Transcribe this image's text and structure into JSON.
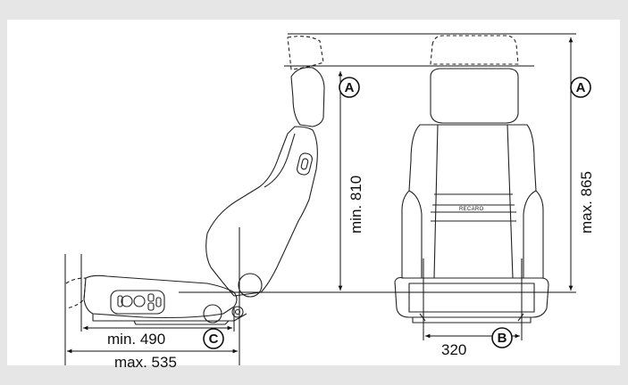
{
  "dimensions": {
    "seat_height_min": "min. 810",
    "seat_height_max": "max. 865",
    "seat_width": "320",
    "seat_depth_min": "min. 490",
    "seat_depth_max": "max. 535"
  },
  "callouts": {
    "a_side": "A",
    "a_front": "A",
    "b": "B",
    "c": "C"
  },
  "brand_label": "RECARO",
  "colors": {
    "background": "#e6e6e6",
    "panel": "#ffffff",
    "line": "#111111"
  }
}
